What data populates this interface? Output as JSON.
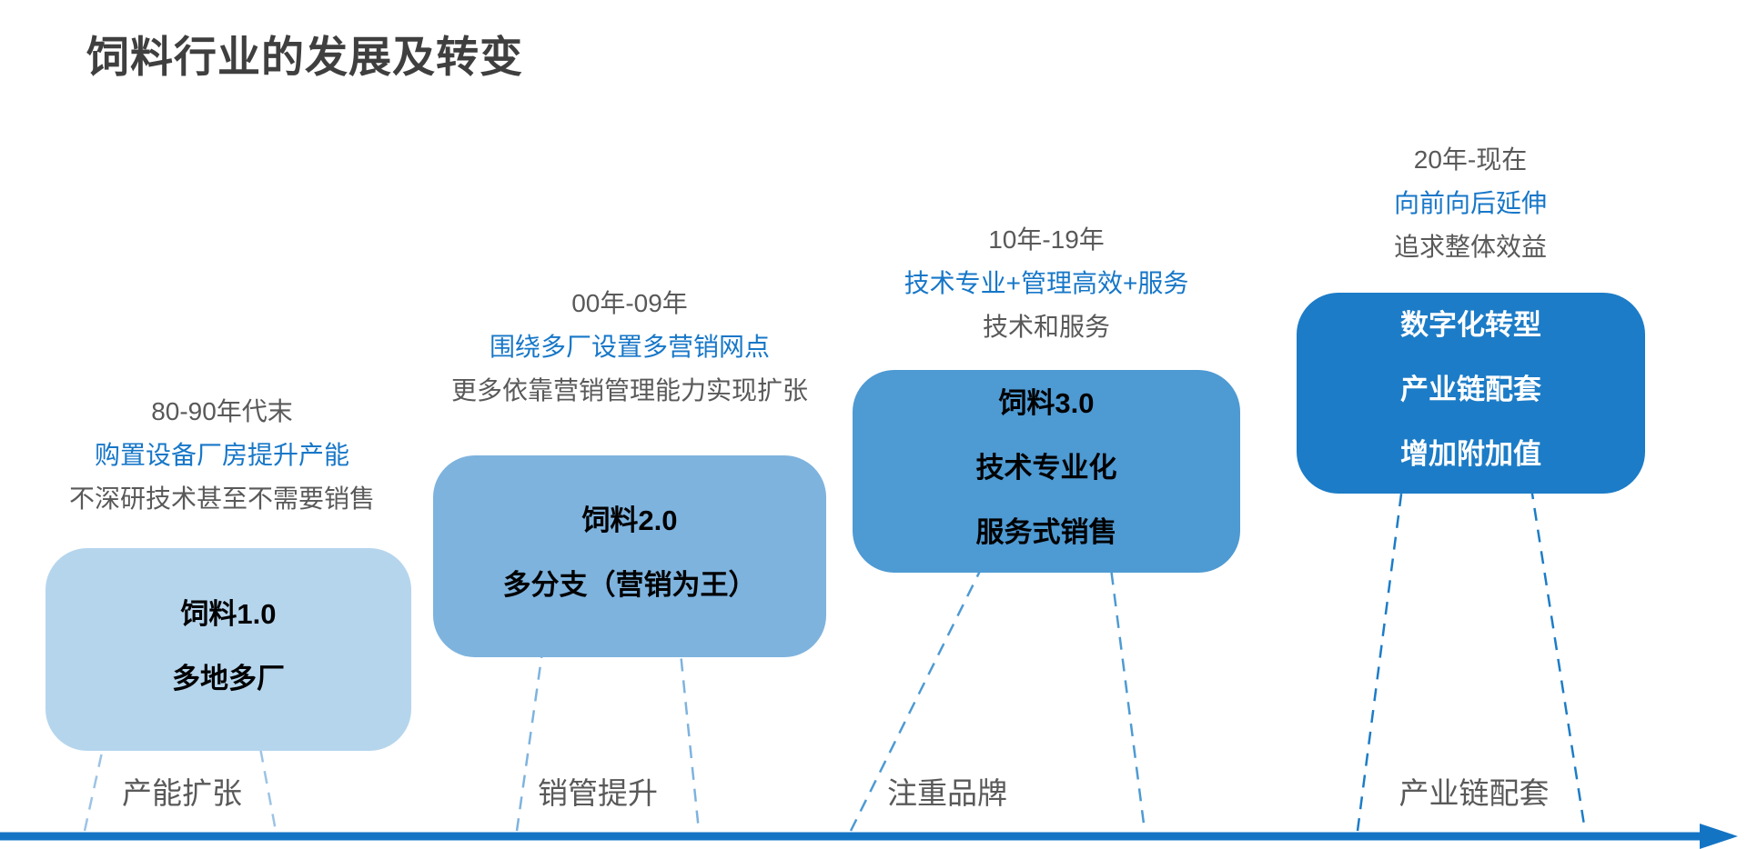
{
  "title": "饲料行业的发展及转变",
  "colors": {
    "title_text": "#3f3f3f",
    "gray_text": "#595959",
    "blue_text": "#1777c8",
    "timeline": "#1474c4",
    "stage1_box": "#b5d5ed",
    "stage2_box": "#7eb3de",
    "stage3_box": "#4e9ad3",
    "stage4_box": "#1c7cc7",
    "stage4_box_text": "#ffffff"
  },
  "stages": [
    {
      "period": "80-90年代末",
      "highlight": "购置设备厂房提升产能",
      "description": "不深研技术甚至不需要销售",
      "box_lines": [
        "饲料1.0",
        "多地多厂"
      ],
      "footer": "产能扩张",
      "box_color": "#b5d5ed"
    },
    {
      "period": "00年-09年",
      "highlight": "围绕多厂设置多营销网点",
      "description": "更多依靠营销管理能力实现扩张",
      "box_lines": [
        "饲料2.0",
        "多分支（营销为王）"
      ],
      "footer": "销管提升",
      "box_color": "#7eb3de"
    },
    {
      "period": "10年-19年",
      "highlight": "技术专业+管理高效+服务",
      "description": "技术和服务",
      "box_lines": [
        "饲料3.0",
        "技术专业化",
        "服务式销售"
      ],
      "footer": "注重品牌",
      "box_color": "#4e9ad3"
    },
    {
      "period": "20年-现在",
      "highlight": "向前向后延伸",
      "description": "追求整体效益",
      "box_lines": [
        "数字化转型",
        "产业链配套",
        "增加附加值"
      ],
      "footer": "产业链配套",
      "box_color": "#1c7cc7"
    }
  ]
}
